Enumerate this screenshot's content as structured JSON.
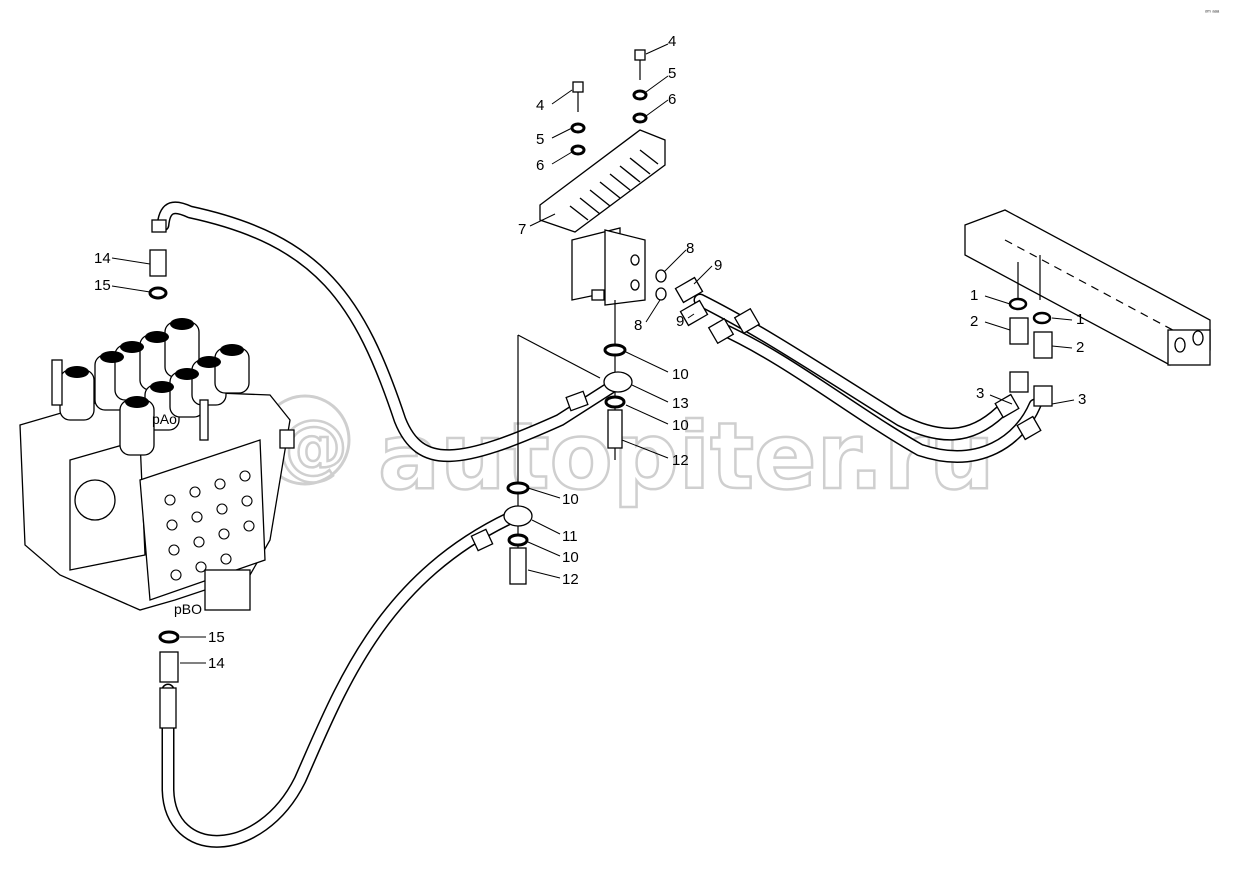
{
  "watermark": "autopiter.ru",
  "corner_mark": "ᵒᵐ ᵃᵃᵃ",
  "ports": {
    "pAo": "pAo",
    "pBO": "pBO"
  },
  "callouts": {
    "c4a": "4",
    "c5a": "5",
    "c6a": "6",
    "c4b": "4",
    "c5b": "5",
    "c6b": "6",
    "c7": "7",
    "c8a": "8",
    "c8b": "8",
    "c9a": "9",
    "c9b": "9",
    "c10a": "10",
    "c13": "13",
    "c10b": "10",
    "c12a": "12",
    "c10c": "10",
    "c11": "11",
    "c10d": "10",
    "c12b": "12",
    "c14a": "14",
    "c15a": "15",
    "c15b": "15",
    "c14b": "14",
    "c1a": "1",
    "c2a": "2",
    "c1b": "1",
    "c2b": "2",
    "c3a": "3",
    "c3b": "3"
  }
}
